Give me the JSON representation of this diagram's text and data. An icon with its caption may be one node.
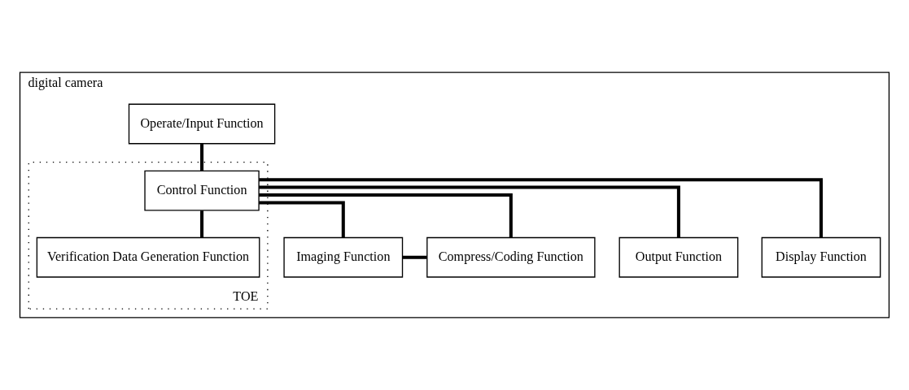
{
  "diagram": {
    "nodes": [
      {
        "text": [
          "digital camera"
        ]
      },
      {
        "text": [
          "Operate/Input Function"
        ],
        "in": 0
      },
      {
        "text": [
          "TOE"
        ],
        "in": 0
      },
      {
        "text": [
          "Control Function"
        ],
        "in": 2
      },
      {
        "text": [
          "Imaging Function"
        ],
        "in": 0
      },
      {
        "text": [
          "Compress/Coding Function"
        ],
        "in": 0
      },
      {
        "text": [
          "Verification Data Generation Function"
        ],
        "in": 2
      },
      {
        "text": [
          "Output Function"
        ],
        "in": 0
      },
      {
        "text": [
          "Display Function"
        ],
        "in": 0
      }
    ],
    "edges": [
      {
        "from": 1,
        "to": 3,
        "arrow": "none"
      },
      {
        "from": 3,
        "to": 4,
        "arrow": "none"
      },
      {
        "from": 3,
        "to": 5,
        "arrow": "none"
      },
      {
        "from": 3,
        "to": 6,
        "arrow": "none"
      },
      {
        "from": 3,
        "to": 7,
        "arrow": "none"
      },
      {
        "from": 3,
        "to": 8,
        "arrow": "none"
      },
      {
        "from": 4,
        "to": 5,
        "arrow": "none"
      }
    ]
  }
}
